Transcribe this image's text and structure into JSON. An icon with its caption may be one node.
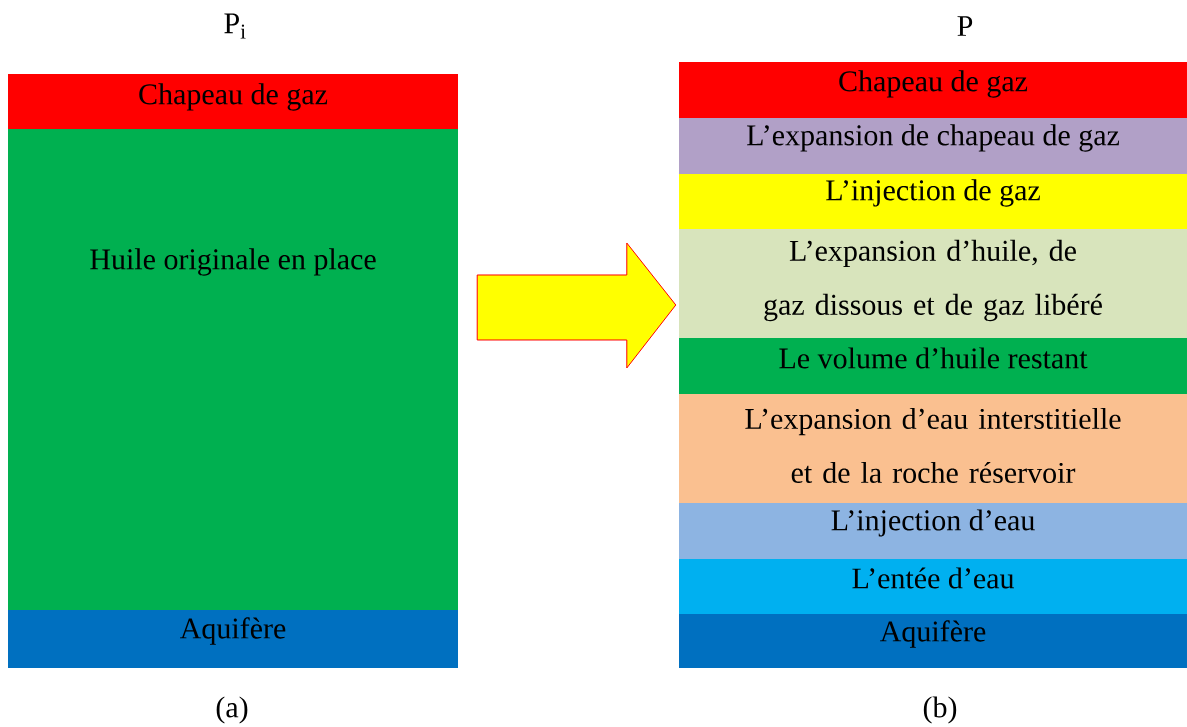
{
  "diagram": {
    "nodes": [
      {
        "text": [
          "Chapeau de gaz"
        ]
      },
      {
        "text": [
          "Huile originale en place"
        ]
      },
      {
        "text": [
          "Aquifère"
        ]
      },
      {
        "text": [
          "Chapeau de gaz"
        ]
      },
      {
        "text": [
          "L’expansion de chapeau de gaz"
        ]
      },
      {
        "text": [
          "L’injection de gaz"
        ]
      },
      {
        "text": [
          "L’expansion d’huile, de gaz dissous et de gaz libéré"
        ]
      },
      {
        "text": [
          "Le volume d’huile restant"
        ]
      },
      {
        "text": [
          "L’expansion d’eau interstitielle et de la roche réservoir"
        ]
      },
      {
        "text": [
          "L’injection d’eau"
        ]
      },
      {
        "text": [
          "L’entée d’eau"
        ]
      },
      {
        "text": [
          "Aquifère"
        ]
      }
    ],
    "edges": [
      {
        "from": 1,
        "to": 6,
        "arrow": "to",
        "color": "#ff0000"
      }
    ],
    "labels": [
      "P$_{i}$",
      "P",
      "(a)",
      "(b)"
    ]
  }
}
